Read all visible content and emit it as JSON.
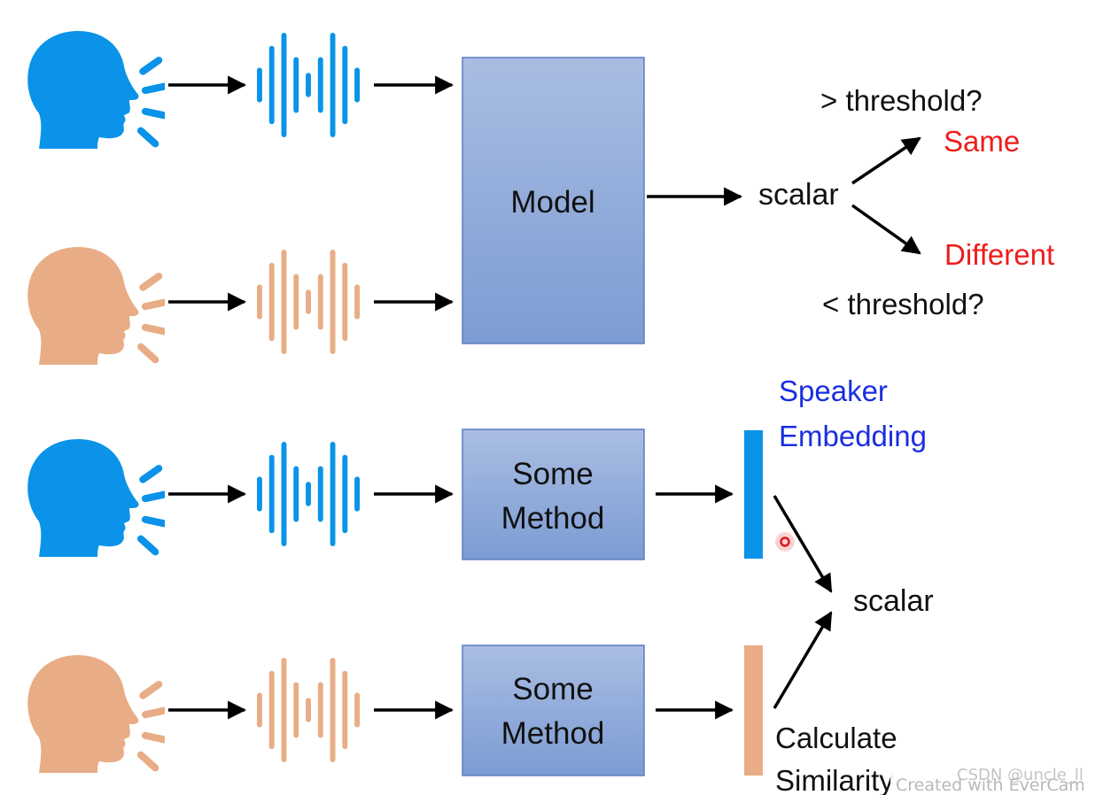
{
  "top": {
    "model_label": "Model",
    "output_label": "scalar",
    "above_condition": "> threshold?",
    "above_result": "Same",
    "below_result": "Different",
    "below_condition": "< threshold?"
  },
  "bottom": {
    "method_lines": [
      "Some",
      "Method"
    ],
    "embedding_lines": [
      "Speaker",
      "Embedding"
    ],
    "output_label": "scalar",
    "similarity_lines": [
      "Calculate",
      "Similarity"
    ]
  },
  "watermarks": {
    "evercam": "Created with EverCam",
    "csdn": "CSDN @uncle_ll"
  },
  "colors": {
    "speaker_a": "#0a93e8",
    "speaker_b": "#e8ad86",
    "box_fill_top": "#a9bde2",
    "box_fill_bottom": "#7c9cd3",
    "box_stroke": "#5b7fbd",
    "result_red": "#ee1c1c",
    "embedding_blue": "#1a2ee0",
    "arrow": "#000000"
  },
  "icons": [
    "speaker-head-icon",
    "sound-wave-icon"
  ]
}
